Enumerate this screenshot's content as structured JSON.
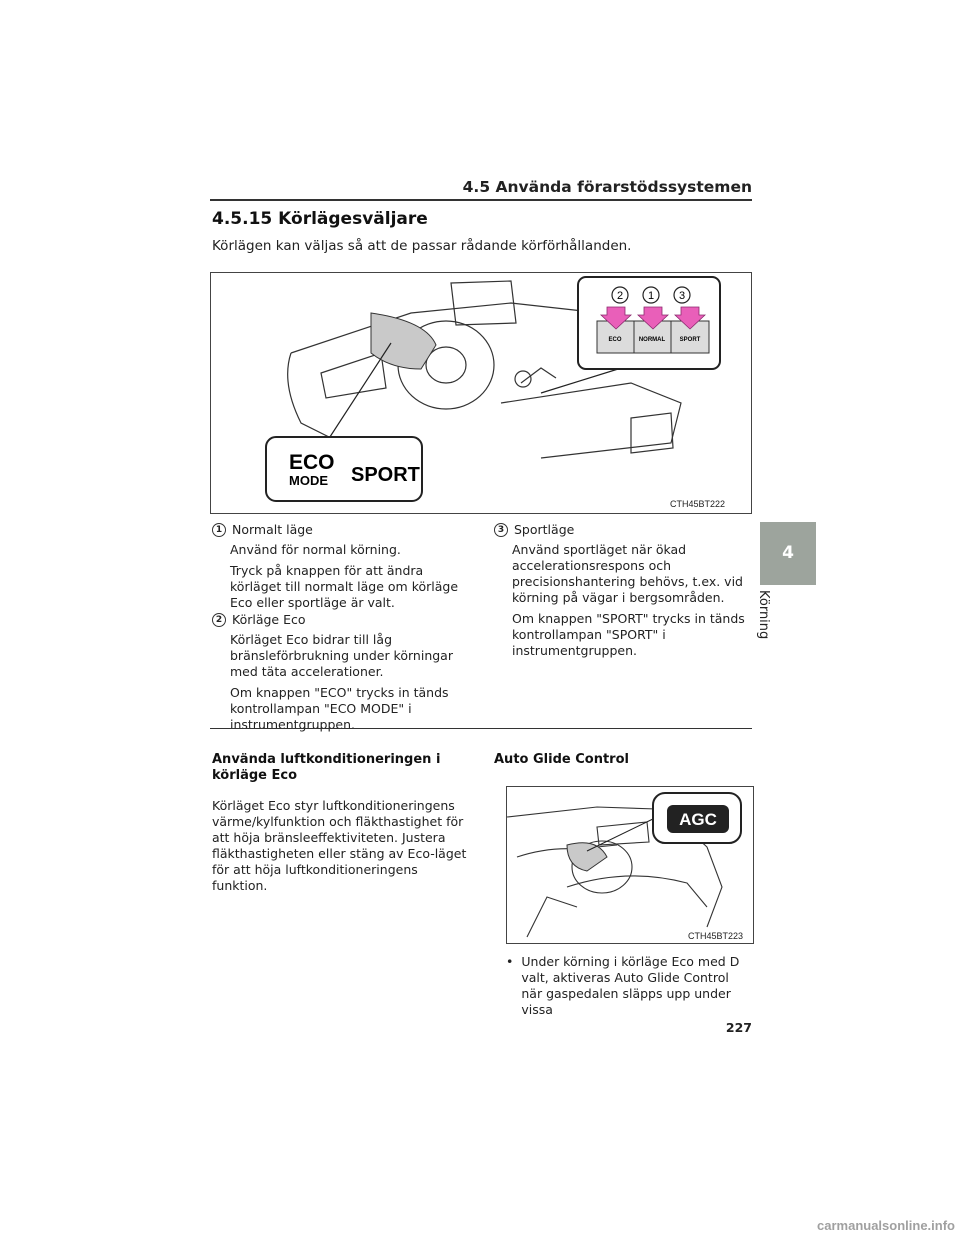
{
  "header": {
    "title": "4.5 Använda förarstödssystemen"
  },
  "section": {
    "title": "4.5.15 Körlägesväljare",
    "intro": "Körlägen kan väljas så att de passar rådande körförhållanden."
  },
  "figure1": {
    "code": "CTH45BT222",
    "callouts": [
      "2",
      "1",
      "3"
    ],
    "buttons": [
      "ECO",
      "NORMAL",
      "SPORT"
    ],
    "indicator": {
      "line1": "ECO",
      "line2": "MODE",
      "sport": "SPORT"
    }
  },
  "items": [
    {
      "num": "1",
      "title": "Normalt läge",
      "paras": [
        "Använd för normal körning.",
        "Tryck på knappen för att ändra körläget till normalt läge om körläge Eco eller sportläge är valt."
      ]
    },
    {
      "num": "2",
      "title": "Körläge Eco",
      "paras": [
        "Körläget Eco bidrar till låg bränsleförbrukning under körningar med täta accelerationer.",
        "Om knappen \"ECO\" trycks in tänds kontrollampan \"ECO MODE\" i instrumentgruppen."
      ]
    },
    {
      "num": "3",
      "title": "Sportläge",
      "paras": [
        "Använd sportläget när ökad accelerationsrespons och precisionshantering behövs, t.ex. vid körning på vägar i bergsområden.",
        "Om knappen \"SPORT\" trycks in tänds kontrollampan \"SPORT\" i instrumentgruppen."
      ]
    }
  ],
  "aircon": {
    "heading": "Använda luftkonditioneringen i körläge Eco",
    "text": "Körläget Eco styr luftkonditioneringens värme/kylfunktion och fläkthastighet för att höja bränsleeffektiviteten. Justera fläkthastigheten eller stäng av Eco-läget för att höja luftkonditioneringens funktion."
  },
  "agc": {
    "heading": "Auto Glide Control",
    "badge": "AGC",
    "code": "CTH45BT223",
    "bullet": "Under körning i körläge Eco med D valt, aktiveras Auto Glide Control när gaspedalen släpps upp under vissa"
  },
  "side_tab": {
    "number": "4",
    "label": "Körning"
  },
  "page_number": "227",
  "watermark": "carmanualsonline.info"
}
